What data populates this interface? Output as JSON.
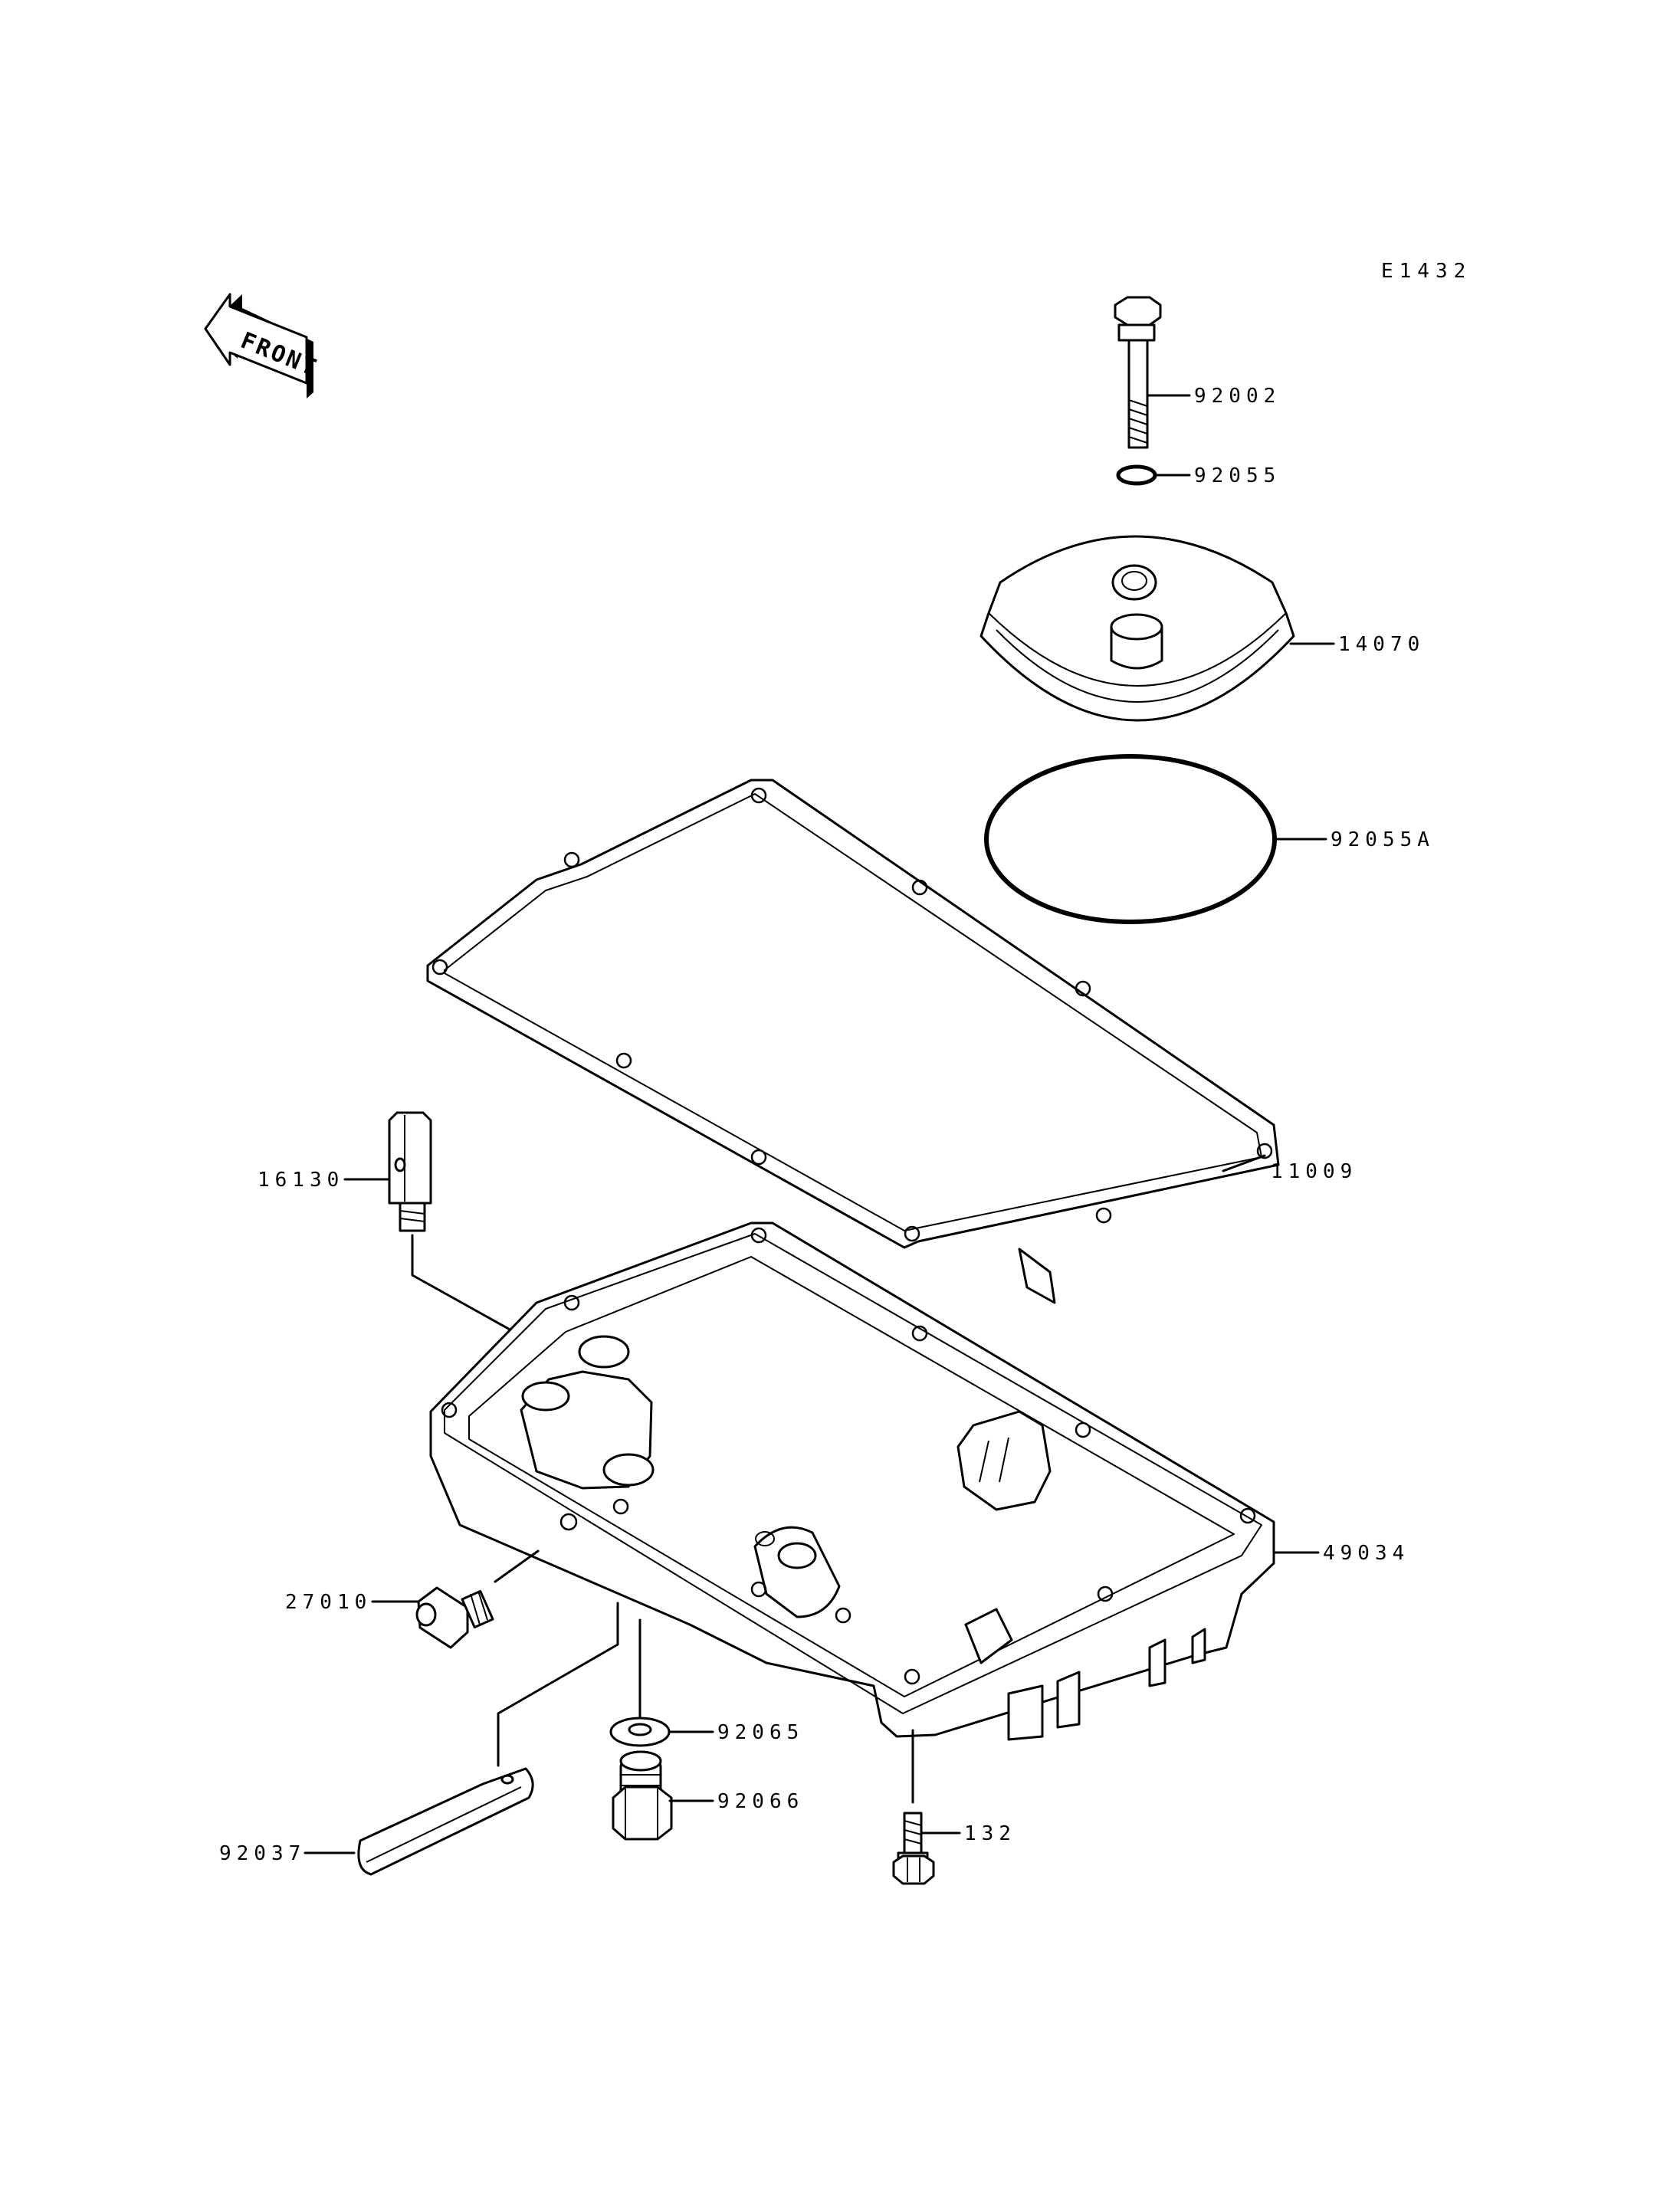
{
  "diagram_code": "E1432",
  "front_label": "FRONT",
  "callouts": {
    "c92002": "92002",
    "c92055": "92055",
    "c14070": "14070",
    "c92055a": "92055A",
    "c11009": "11009",
    "c16130": "16130",
    "c49034": "49034",
    "c27010": "27010",
    "c92065": "92065",
    "c92066": "92066",
    "c92037": "92037",
    "c132": "132"
  }
}
